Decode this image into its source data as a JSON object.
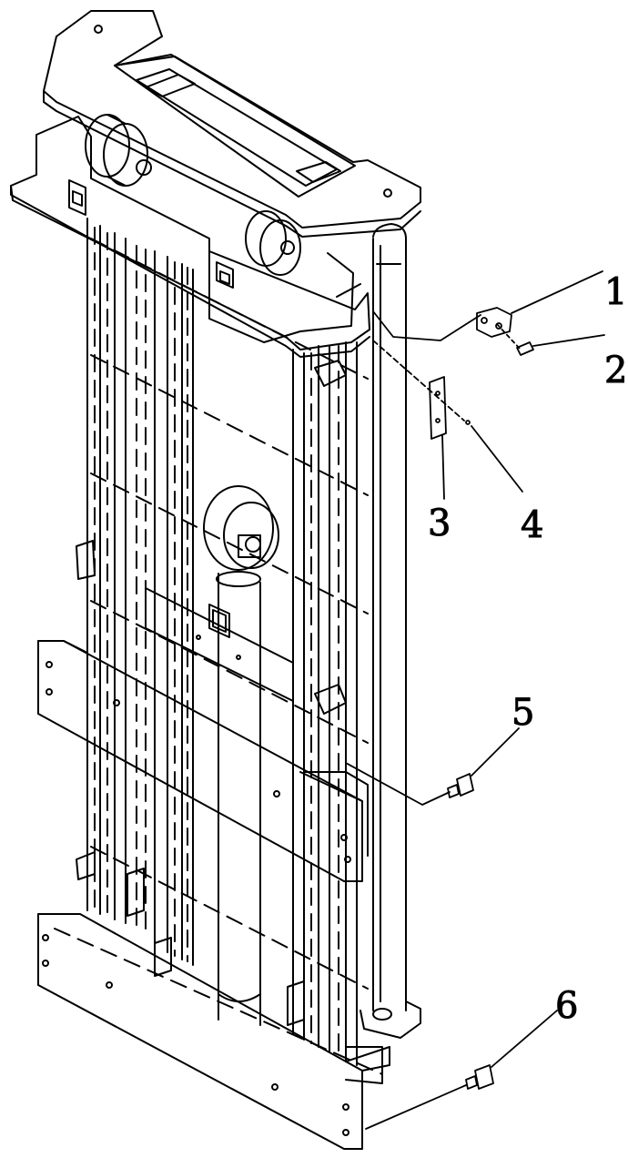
{
  "diagram": {
    "type": "exploded-assembly-line-drawing",
    "line_color": "#000000",
    "background": "#ffffff",
    "callouts": [
      {
        "id": "callout-1",
        "label": "1"
      },
      {
        "id": "callout-2",
        "label": "2"
      },
      {
        "id": "callout-3",
        "label": "3"
      },
      {
        "id": "callout-4",
        "label": "4"
      },
      {
        "id": "callout-5",
        "label": "5"
      },
      {
        "id": "callout-6",
        "label": "6"
      }
    ]
  }
}
